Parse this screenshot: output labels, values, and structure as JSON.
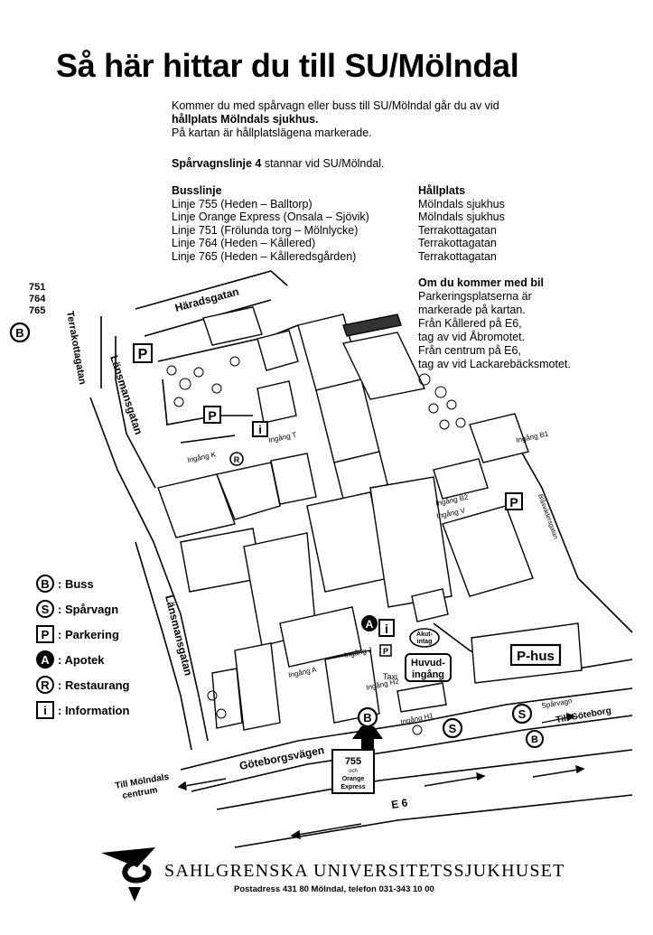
{
  "title": "Så här hittar du till SU/Mölndal",
  "intro": {
    "line1": "Kommer du med spårvagn eller buss till SU/Mölndal går du av vid",
    "line2": "hållplats Mölndals sjukhus.",
    "line3": "På kartan är hållplatslägena markerade."
  },
  "tram": {
    "bold": "Spårvagnslinje 4",
    "rest": " stannar vid SU/Mölndal."
  },
  "bus": {
    "header_line": "Busslinje",
    "header_stop": "Hållplats",
    "rows": [
      {
        "line": "Linje 755 (Heden – Balltorp)",
        "stop": "Mölndals sjukhus"
      },
      {
        "line": "Linje Orange Express (Onsala – Sjövik)",
        "stop": "Mölndals sjukhus"
      },
      {
        "line": "Linje 751 (Frölunda torg – Mölnlycke)",
        "stop": "Terrakottagatan"
      },
      {
        "line": "Linje 764 (Heden – Kållered)",
        "stop": "Terrakottagatan"
      },
      {
        "line": "Linje 765 (Heden – Kålleredsgården)",
        "stop": "Terrakottagatan"
      }
    ]
  },
  "car": {
    "heading": "Om du kommer med bil",
    "lines": [
      "Parkeringsplatserna är",
      "markerade på kartan.",
      "Från Kållered på E6,",
      "tag av vid Åbromotet.",
      "Från centrum på E6,",
      "tag av vid Lackarebäcksmotet."
    ]
  },
  "map": {
    "bus_lines_left": [
      "751",
      "764",
      "765"
    ],
    "streets": {
      "haradsgatan": "Häradsgatan",
      "terrakottagatan": "Terrakottagatan",
      "lansmansgatan_top": "Länsmansgatan",
      "lansmansgatan_bottom": "Länsmansgatan",
      "goteborgsvagen": "Göteborgsvägen",
      "e6": "E 6",
      "blasvadersgatan": "Blåsvädersgatan"
    },
    "entrances": {
      "t": "Ingång T",
      "k": "Ingång K",
      "b1": "Ingång B1",
      "b2": "Ingång B2",
      "v": "Ingång V",
      "a": "Ingång A",
      "j": "Ingång J",
      "h1": "Ingång H1",
      "h2": "Ingång H2"
    },
    "directions": {
      "molndal_l1": "Till Mölndals",
      "molndal_l2": "centrum",
      "goteborg": "Till Göteborg",
      "spårvagn": "Spårvagn"
    },
    "labels": {
      "p": "P",
      "i": "i",
      "a": "A",
      "r": "R",
      "b": "B",
      "s": "S",
      "phus": "P-hus",
      "huvud1": "Huvud-",
      "huvud2": "ingång",
      "akut1": "Akut-",
      "akut2": "intag",
      "taxi": "Taxi",
      "bus755": "755",
      "bus_och": "och",
      "bus_orange": "Orange",
      "bus_express": "Express"
    }
  },
  "legend": [
    {
      "sym": "B",
      "label": ": Buss",
      "style": "circ"
    },
    {
      "sym": "S",
      "label": ": Spårvagn",
      "style": "circ"
    },
    {
      "sym": "P",
      "label": ": Parkering",
      "style": "box"
    },
    {
      "sym": "A",
      "label": ": Apotek",
      "style": "circ fill"
    },
    {
      "sym": "R",
      "label": ": Restaurang",
      "style": "circ"
    },
    {
      "sym": "i",
      "label": ": Information",
      "style": "box"
    }
  ],
  "footer": {
    "org": "SAHLGRENSKA UNIVERSITETSSJUKHUSET",
    "address": "Postadress 431 80 Mölndal, telefon 031-343 10 00"
  }
}
